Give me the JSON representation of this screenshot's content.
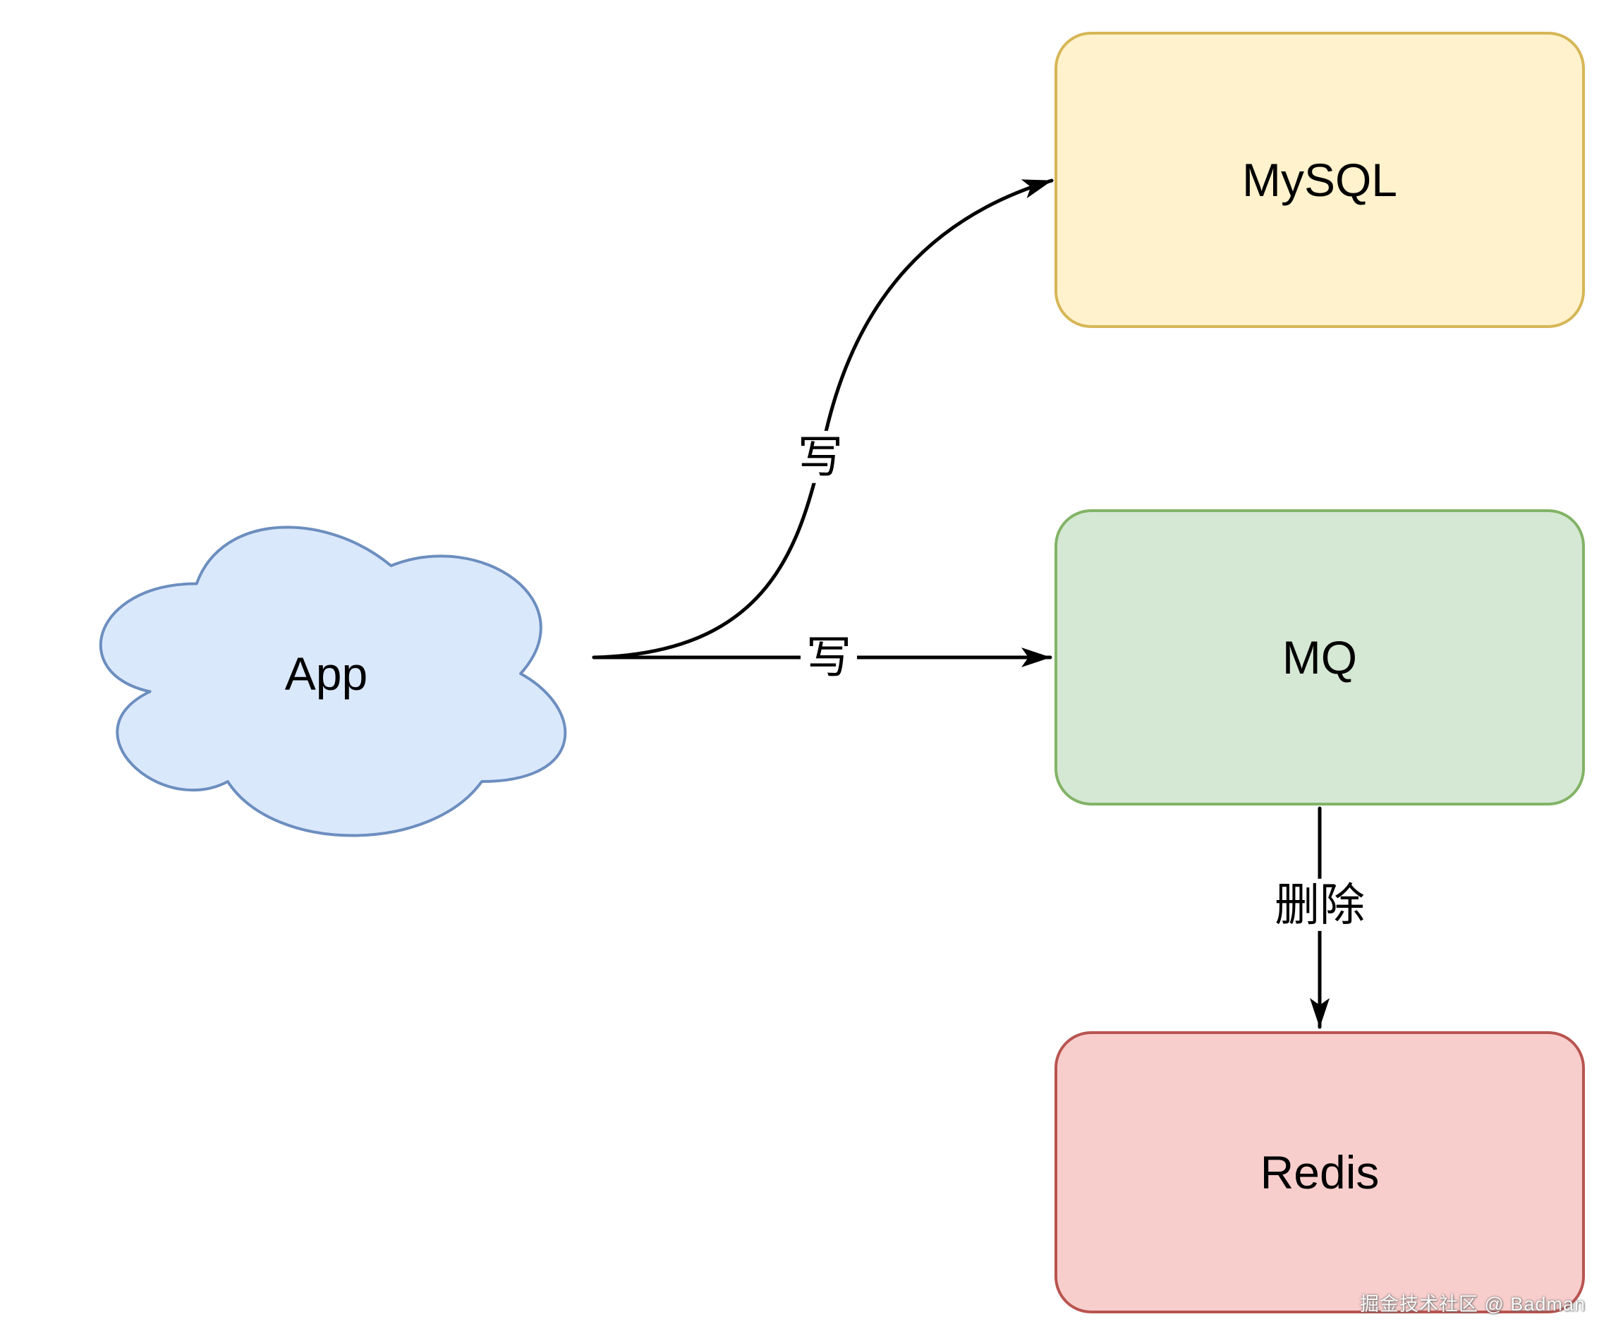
{
  "diagram": {
    "type": "architecture-flow",
    "background": "#ffffff",
    "nodes": {
      "app": {
        "label": "App",
        "shape": "cloud",
        "fill": "#DAE8FC",
        "stroke": "#6C8EBF"
      },
      "mysql": {
        "label": "MySQL",
        "shape": "rounded-rectangle",
        "fill": "#FFF2CC",
        "stroke": "#D6B656"
      },
      "mq": {
        "label": "MQ",
        "shape": "rounded-rectangle",
        "fill": "#D5E8D4",
        "stroke": "#82B366"
      },
      "redis": {
        "label": "Redis",
        "shape": "rounded-rectangle",
        "fill": "#F8CECC",
        "stroke": "#B85450"
      }
    },
    "edges": {
      "app_to_mysql": {
        "from": "App",
        "to": "MySQL",
        "label": "写",
        "style": "curved",
        "color": "#000000"
      },
      "app_to_mq": {
        "from": "App",
        "to": "MQ",
        "label": "写",
        "style": "straight",
        "color": "#000000"
      },
      "mq_to_redis": {
        "from": "MQ",
        "to": "Redis",
        "label": "删除",
        "style": "straight",
        "color": "#000000"
      }
    },
    "watermark": "掘金技术社区 @ Badman"
  }
}
